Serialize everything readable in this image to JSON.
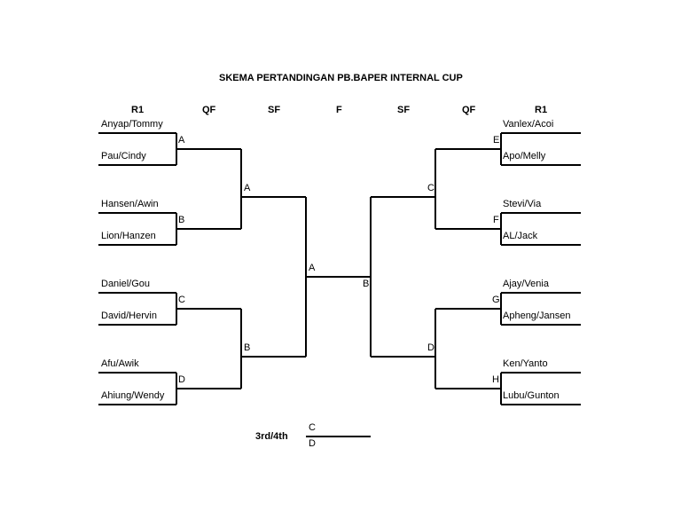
{
  "title": "SKEMA PERTANDINGAN PB.BAPER INTERNAL CUP",
  "headers": [
    "R1",
    "QF",
    "SF",
    "F",
    "SF",
    "QF",
    "R1"
  ],
  "left_players": [
    "Anyap/Tommy",
    "Pau/Cindy",
    "Hansen/Awin",
    "Lion/Hanzen",
    "Daniel/Gou",
    "David/Hervin",
    "Afu/Awik",
    "Ahiung/Wendy"
  ],
  "right_players": [
    "Vanlex/Acoi",
    "Apo/Melly",
    "Stevi/Via",
    "AL/Jack",
    "Ajay/Venia",
    "Apheng/Jansen",
    "Ken/Yanto",
    "Lubu/Gunton"
  ],
  "left_qf_labels": [
    "A",
    "B",
    "C",
    "D"
  ],
  "right_qf_labels": [
    "E",
    "F",
    "G",
    "H"
  ],
  "left_sf_labels": [
    "A",
    "B"
  ],
  "right_sf_labels": [
    "C",
    "D"
  ],
  "final_labels": [
    "A",
    "B"
  ],
  "third_place": {
    "label": "3rd/4th",
    "top": "C",
    "bottom": "D"
  }
}
